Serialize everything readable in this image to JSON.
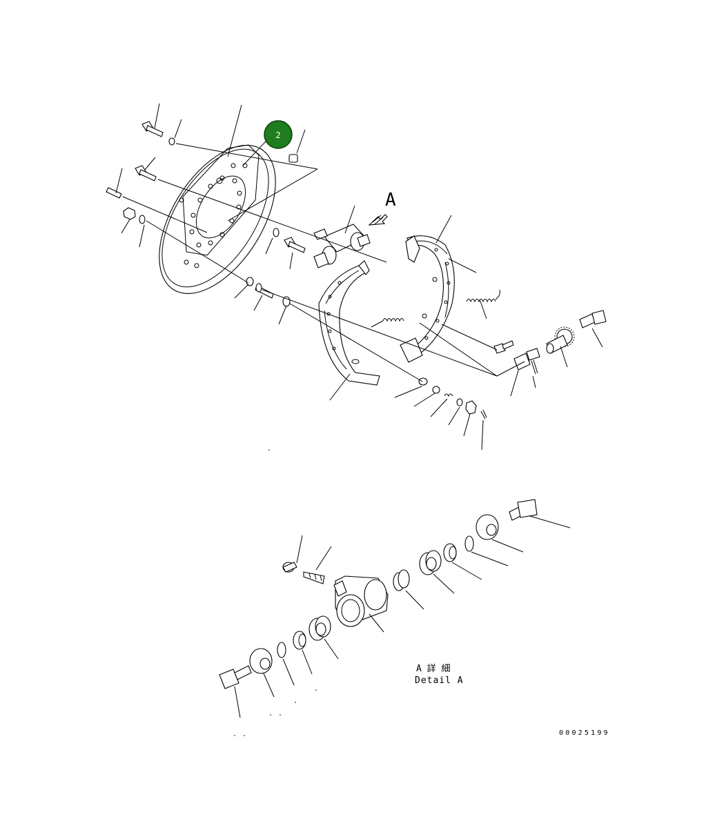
{
  "diagram": {
    "view_letter": "A",
    "detail_caption_jp": "A 詳 細",
    "detail_caption_en": "Detail A",
    "drawing_number": "00025199",
    "callout_marker": {
      "label": "2",
      "color": "#1e7d1e"
    }
  }
}
